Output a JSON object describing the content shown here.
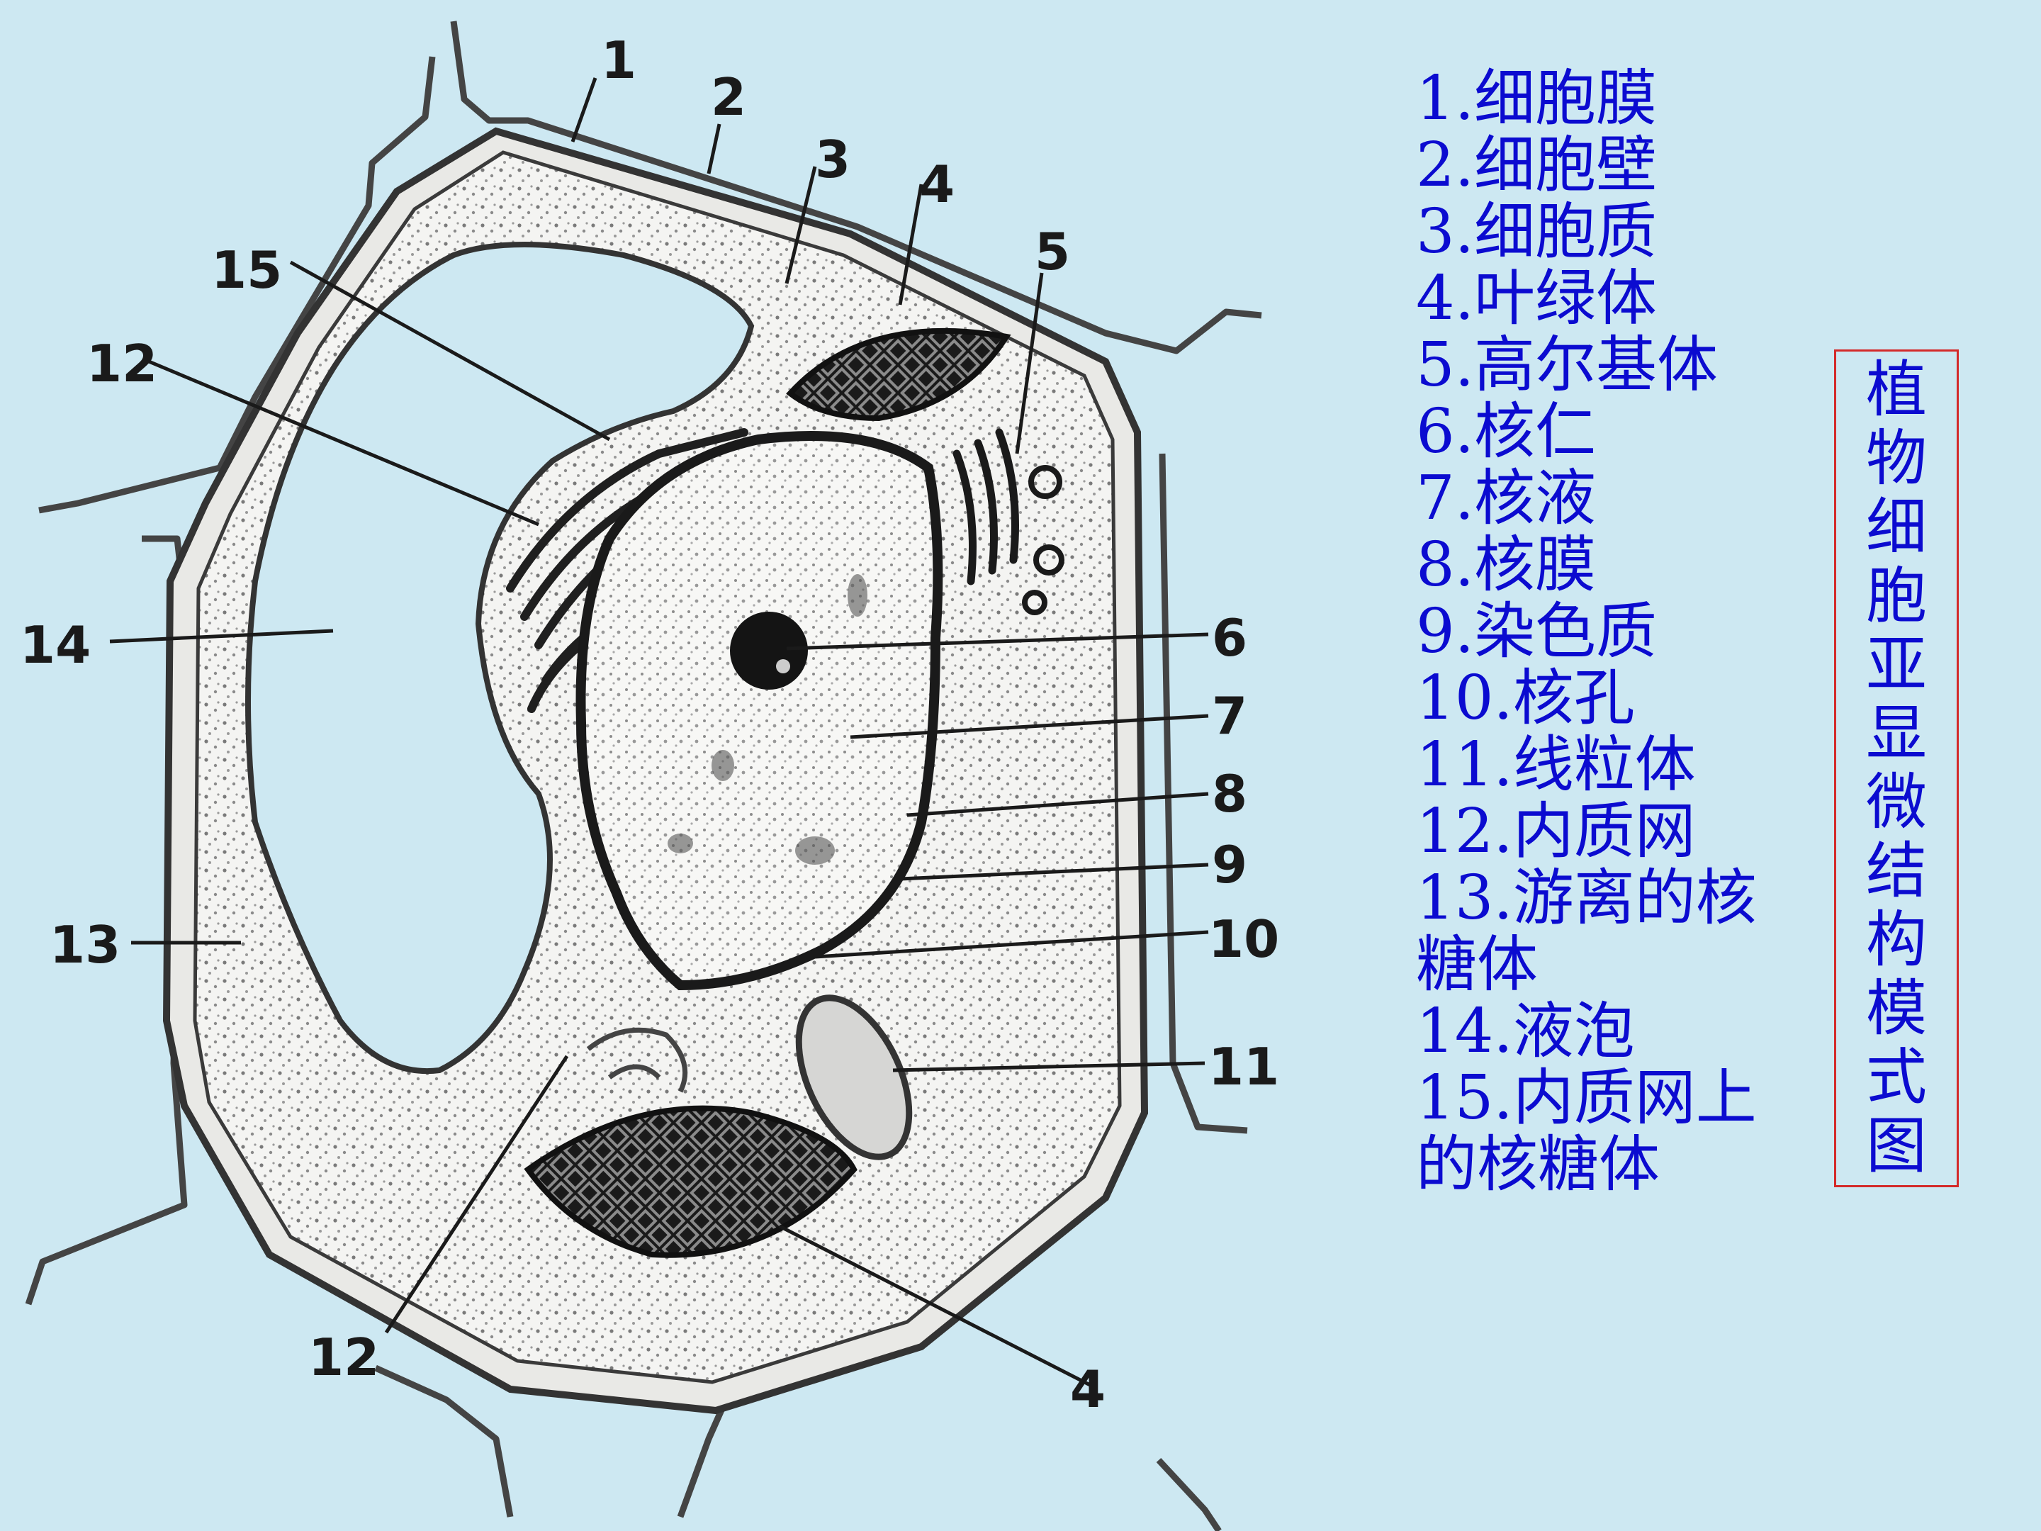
{
  "diagram_labels": [
    "1",
    "2",
    "3",
    "4",
    "5",
    "15",
    "12",
    "14",
    "6",
    "7",
    "8",
    "9",
    "10",
    "13",
    "11",
    "12",
    "4"
  ],
  "legend": [
    "1.细胞膜",
    "2.细胞壁",
    "3.细胞质",
    "4.叶绿体",
    "5.高尔基体",
    "6.核仁",
    "7.核液",
    "8.核膜",
    "9.染色质",
    "10.核孔",
    "11.线粒体",
    "12.内质网",
    "13.游离的核",
    "糖体",
    "14.液泡",
    "15.内质网上",
    "的核糖体"
  ],
  "title": "植物细胞亚显微结构模式图",
  "colors": {
    "background": "#cde8f2",
    "legend_text": "#0b0bd0",
    "title_border": "#d42a2a"
  }
}
